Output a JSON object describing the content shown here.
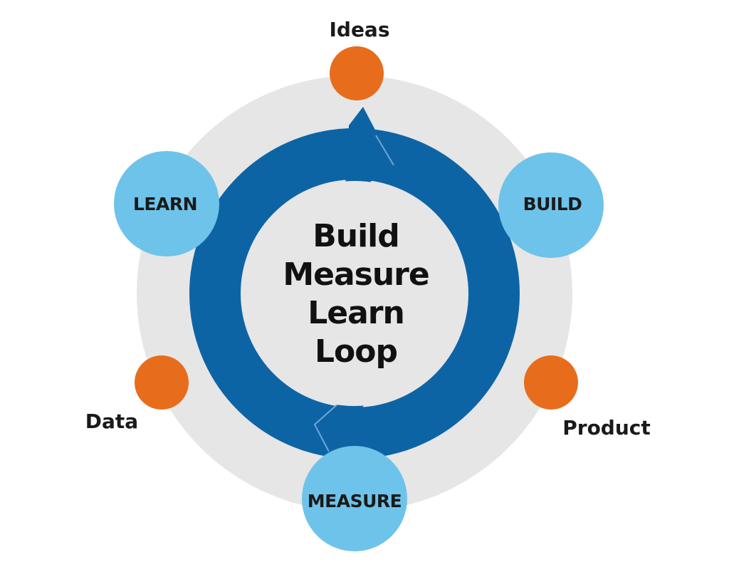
{
  "colors": {
    "background_ring": "#e6e6e6",
    "loop_arrow": "#0d64a5",
    "loop_arrow_edge": "#6fa6d2",
    "stage_circle": "#6ec3ea",
    "artifact_circle": "#e76d1c",
    "center_fill": "#e6e6e6",
    "text": "#1a1a1a"
  },
  "center": {
    "lines": [
      "Build",
      "Measure",
      "Learn",
      "Loop"
    ]
  },
  "stages": {
    "build": "BUILD",
    "measure": "MEASURE",
    "learn": "LEARN"
  },
  "artifacts": {
    "ideas": "Ideas",
    "product": "Product",
    "data": "Data"
  }
}
